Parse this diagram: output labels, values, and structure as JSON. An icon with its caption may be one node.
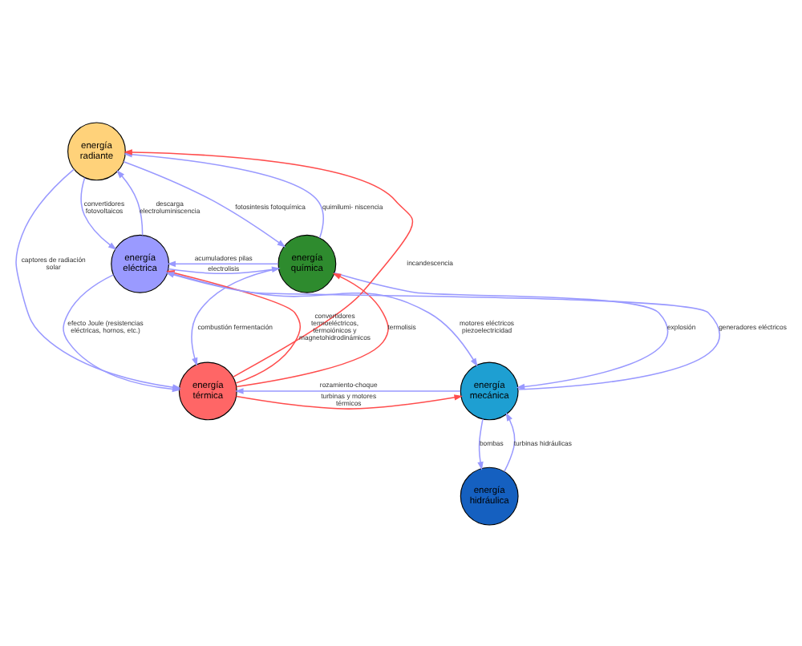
{
  "diagram": {
    "nodes": [
      {
        "text": [
          "energía radiante"
        ]
      },
      {
        "text": [
          "energía eléctrica"
        ]
      },
      {
        "text": [
          "energía química"
        ]
      },
      {
        "text": [
          "energía térmica"
        ]
      },
      {
        "text": [
          "energía mecánica"
        ]
      },
      {
        "text": [
          "energía hidráulica"
        ]
      }
    ],
    "edges": [
      {
        "from": 1,
        "to": 0,
        "arrow": "to",
        "label": "descarga electroluminiscencia"
      },
      {
        "from": 0,
        "to": 1,
        "arrow": "to",
        "label": "convertidores fotovoltaicos"
      },
      {
        "from": 0,
        "to": 2,
        "arrow": "to",
        "label": "fotosintesis fotoquímica"
      },
      {
        "from": 2,
        "to": 0,
        "arrow": "to",
        "label": "quimilumi- niscencia"
      },
      {
        "from": 3,
        "to": 0,
        "arrow": "to",
        "label": "incandescencia",
        "color": "#ff4d4d"
      },
      {
        "from": 0,
        "to": 3,
        "arrow": "to",
        "label": "captores de radiación solar"
      },
      {
        "from": 1,
        "to": 2,
        "arrow": "to",
        "label": "electrolisis"
      },
      {
        "from": 2,
        "to": 1,
        "arrow": "to",
        "label": "acumuladores pilas"
      },
      {
        "from": 2,
        "to": 3,
        "arrow": "to",
        "label": "combustión fermentación"
      },
      {
        "from": 3,
        "to": 2,
        "arrow": "to",
        "label": "termolisis",
        "color": "#ff4d4d"
      },
      {
        "from": 2,
        "to": 4,
        "arrow": "to",
        "label": "explosión"
      },
      {
        "from": 4,
        "to": 1,
        "arrow": "to",
        "label": "generadores eléctricos"
      },
      {
        "from": 1,
        "to": 4,
        "arrow": "to",
        "label": "motores eléctricos piezoelectricidad"
      },
      {
        "from": 4,
        "to": 3,
        "arrow": "to",
        "label": "rozamiento-choque"
      },
      {
        "from": 3,
        "to": 4,
        "arrow": "to",
        "label": "turbinas y motores térmicos",
        "color": "#ff4d4d"
      },
      {
        "from": 4,
        "to": 5,
        "arrow": "to",
        "label": "bombas"
      },
      {
        "from": 5,
        "to": 4,
        "arrow": "to",
        "label": "turbinas hidráulicas"
      },
      {
        "from": 1,
        "to": 3,
        "arrow": "to",
        "label": "efecto Joule (resistencias eléctricas, hornos, etc.)"
      },
      {
        "from": 3,
        "to": 1,
        "arrow": "to",
        "label": "convertidores termoeléctricos, termoiónicos y magnetohidrodinámicos",
        "color": "#ff4d4d"
      }
    ]
  }
}
